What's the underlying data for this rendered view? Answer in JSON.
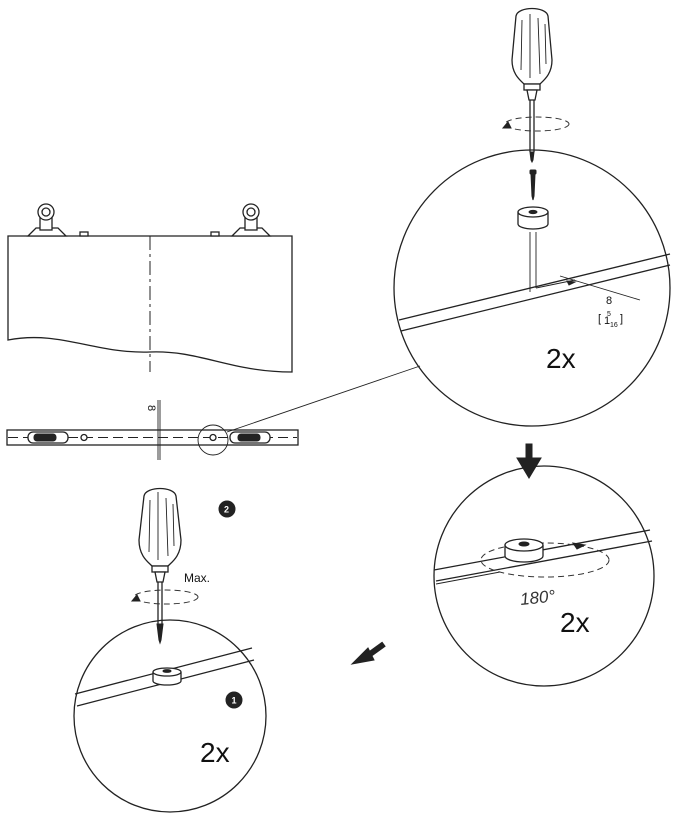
{
  "labels": {
    "qty_top": "2x",
    "qty_middle": "2x",
    "qty_bottom": "2x",
    "rotation": "180°",
    "max": "Max.",
    "dim_main": "8",
    "dim_detail": "8",
    "dim_inch_num": "5",
    "dim_inch_den": "16",
    "dim_inch_whole": "1",
    "step_1": "1",
    "step_2": "2"
  },
  "colors": {
    "line": "#222222",
    "background": "#ffffff",
    "badge": "#222222"
  },
  "icons": [
    "screwdriver-icon",
    "screw-icon",
    "cam-lock-icon",
    "hinge-icon",
    "arrow-down-icon",
    "arrow-down-left-icon",
    "rotation-arrow-icon"
  ]
}
